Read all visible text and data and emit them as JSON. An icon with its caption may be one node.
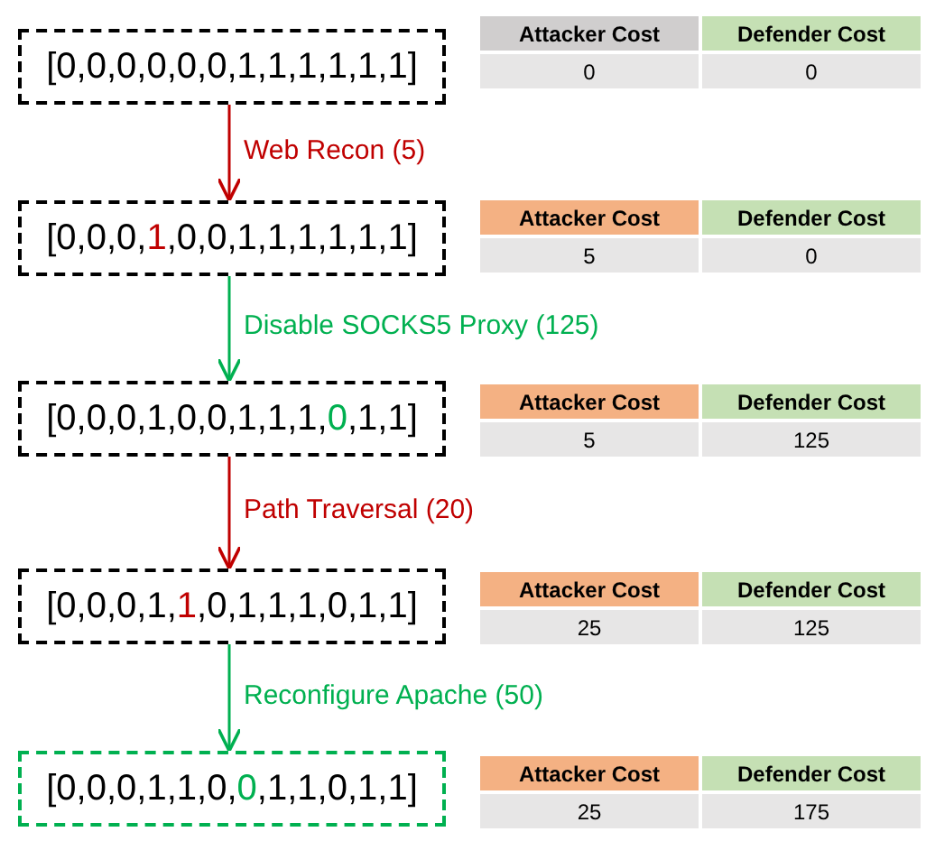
{
  "diagram": {
    "nodes": [
      {
        "text": [
          "[0,0,0,0,0,0,1,1,1,1,1,1]"
        ]
      },
      {
        "text": [
          "[0,0,0,1,0,0,1,1,1,1,1,1]"
        ]
      },
      {
        "text": [
          "[0,0,0,1,0,0,1,1,1,0,1,1]"
        ]
      },
      {
        "text": [
          "[0,0,0,1,1,0,1,1,1,0,1,1]"
        ]
      },
      {
        "text": [
          "[0,0,0,1,1,0,0,1,1,0,1,1]"
        ]
      }
    ],
    "edges": [
      {
        "from": 0,
        "to": 1,
        "arrow": "to",
        "label": "Web Recon (5)",
        "color": "#c00000"
      },
      {
        "from": 1,
        "to": 2,
        "arrow": "to",
        "label": "Disable SOCKS5 Proxy (125)",
        "color": "#00b050"
      },
      {
        "from": 2,
        "to": 3,
        "arrow": "to",
        "label": "Path Traversal (20)",
        "color": "#c00000"
      },
      {
        "from": 3,
        "to": 4,
        "arrow": "to",
        "label": "Reconfigure Apache (50)",
        "color": "#00b050"
      }
    ],
    "labels": [
      "Attacker Cost",
      "Defender Cost",
      "0",
      "0",
      "Attacker Cost",
      "Defender Cost",
      "5",
      "0",
      "Attacker Cost",
      "Defender Cost",
      "5",
      "125",
      "Attacker Cost",
      "Defender Cost",
      "25",
      "125",
      "Attacker Cost",
      "Defender Cost",
      "25",
      "175"
    ]
  }
}
